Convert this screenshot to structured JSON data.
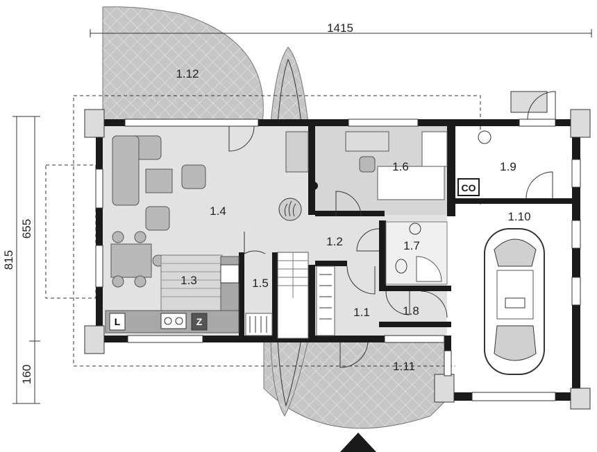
{
  "plan": {
    "rooms": [
      {
        "id": "1.1",
        "label": "1.1"
      },
      {
        "id": "1.2",
        "label": "1.2"
      },
      {
        "id": "1.3",
        "label": "1.3"
      },
      {
        "id": "1.4",
        "label": "1.4"
      },
      {
        "id": "1.5",
        "label": "1.5"
      },
      {
        "id": "1.6",
        "label": "1.6"
      },
      {
        "id": "1.7",
        "label": "1.7"
      },
      {
        "id": "1.8",
        "label": "1.8"
      },
      {
        "id": "1.9",
        "label": "1.9"
      },
      {
        "id": "1.10",
        "label": "1.10"
      },
      {
        "id": "1.11",
        "label": "1.11"
      },
      {
        "id": "1.12",
        "label": "1.12"
      }
    ],
    "dimensions": {
      "width": "1415",
      "depth_total": "815",
      "depth_main": "655",
      "depth_front": "160"
    },
    "markers": {
      "fridge": "L",
      "sink": "Z",
      "boiler": "CO"
    },
    "colors": {
      "wall": "#1a1a1a",
      "terrace": "#c4c4c4",
      "floor": "#e2e2e2"
    }
  }
}
